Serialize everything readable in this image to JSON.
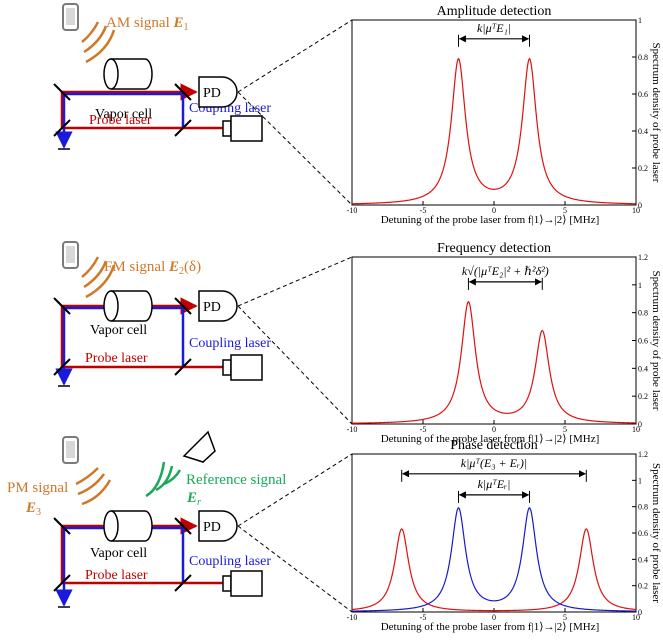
{
  "colors": {
    "probe": "#c00000",
    "coupling": "#1a1adc",
    "signal": "#d07828",
    "reference": "#1aa85a",
    "curve_red": "#e01010",
    "curve_blue": "#1a1acc",
    "axis": "#000000",
    "phone": "#7a7a7a"
  },
  "icons": {
    "phone": "smartphone-icon",
    "horn": "horn-antenna-icon",
    "laser": "laser-source-icon"
  },
  "setups": [
    {
      "signal_label": "AM signal ",
      "signal_symbol": "E",
      "signal_sub": "1",
      "signal_suffix": "",
      "vapor_cell": "Vapor cell",
      "coupling": "Coupling laser",
      "probe": "Probe laser",
      "pd": "PD"
    },
    {
      "signal_label": "FM signal ",
      "signal_symbol": "E",
      "signal_sub": "2",
      "signal_suffix": "(δ)",
      "vapor_cell": "Vapor cell",
      "coupling": "Coupling laser",
      "probe": "Probe laser",
      "pd": "PD"
    },
    {
      "signal_label": "PM signal",
      "signal_symbol": "E",
      "signal_sub": "3",
      "signal_suffix": "",
      "reference_label": "Reference signal",
      "reference_symbol": "E",
      "reference_sub": "r",
      "vapor_cell": "Vapor cell",
      "coupling": "Coupling laser",
      "probe": "Probe laser",
      "pd": "PD"
    }
  ],
  "chart_data": [
    {
      "type": "line",
      "title": "Amplitude detection",
      "xlabel": "Detuning of the probe laser from f|1⟩→|2⟩ [MHz]",
      "ylabel": "Spectrum density of probe laser",
      "xlim": [
        -10,
        10
      ],
      "ylim": [
        0,
        1
      ],
      "xticks": [
        -10,
        -5,
        0,
        5,
        10
      ],
      "yticks": [
        0,
        0.2,
        0.4,
        0.6,
        0.8,
        1
      ],
      "series": [
        {
          "color": "red",
          "peaks": [
            {
              "x": -2.5,
              "y": 0.78,
              "width": 0.6
            },
            {
              "x": 2.5,
              "y": 0.78,
              "width": 0.6
            }
          ]
        }
      ],
      "annotations": [
        {
          "text": "k|μᵀE₁|",
          "from": -2.5,
          "to": 2.5,
          "y": 0.92
        }
      ]
    },
    {
      "type": "line",
      "title": "Frequency detection",
      "xlabel": "Detuning of the probe laser from f|1⟩→|2⟩ [MHz]",
      "ylabel": "Spectrum density of probe laser",
      "xlim": [
        -10,
        10
      ],
      "ylim": [
        0,
        1.2
      ],
      "xticks": [
        -10,
        -5,
        0,
        5,
        10
      ],
      "yticks": [
        0,
        0.2,
        0.4,
        0.6,
        0.8,
        1,
        1.2
      ],
      "series": [
        {
          "color": "red",
          "peaks": [
            {
              "x": -1.8,
              "y": 0.87,
              "width": 0.6
            },
            {
              "x": 3.4,
              "y": 0.66,
              "width": 0.6
            }
          ]
        }
      ],
      "annotations": [
        {
          "text": "k√(|μᵀE₂|² + ℏ²δ²)",
          "from": -1.8,
          "to": 3.4,
          "y": 1.05
        }
      ]
    },
    {
      "type": "line",
      "title": "Phase detection",
      "xlabel": "Detuning of the probe laser from f|1⟩→|2⟩ [MHz]",
      "ylabel": "Spectrum density of probe laser",
      "xlim": [
        -10,
        10
      ],
      "ylim": [
        0,
        1.2
      ],
      "xticks": [
        -10,
        -5,
        0,
        5,
        10
      ],
      "yticks": [
        0,
        0.2,
        0.4,
        0.6,
        0.8,
        1,
        1.2
      ],
      "series": [
        {
          "color": "red",
          "peaks": [
            {
              "x": -6.5,
              "y": 0.63,
              "width": 0.6
            },
            {
              "x": 6.5,
              "y": 0.63,
              "width": 0.6
            }
          ]
        },
        {
          "color": "blue",
          "peaks": [
            {
              "x": -2.5,
              "y": 0.78,
              "width": 0.6
            },
            {
              "x": 2.5,
              "y": 0.78,
              "width": 0.6
            }
          ]
        }
      ],
      "annotations": [
        {
          "text": "k|μᵀ(E₃ + Eᵣ)|",
          "from": -6.5,
          "to": 6.5,
          "y": 1.08
        },
        {
          "text": "k|μᵀEᵣ|",
          "from": -2.5,
          "to": 2.5,
          "y": 0.92
        }
      ]
    }
  ]
}
